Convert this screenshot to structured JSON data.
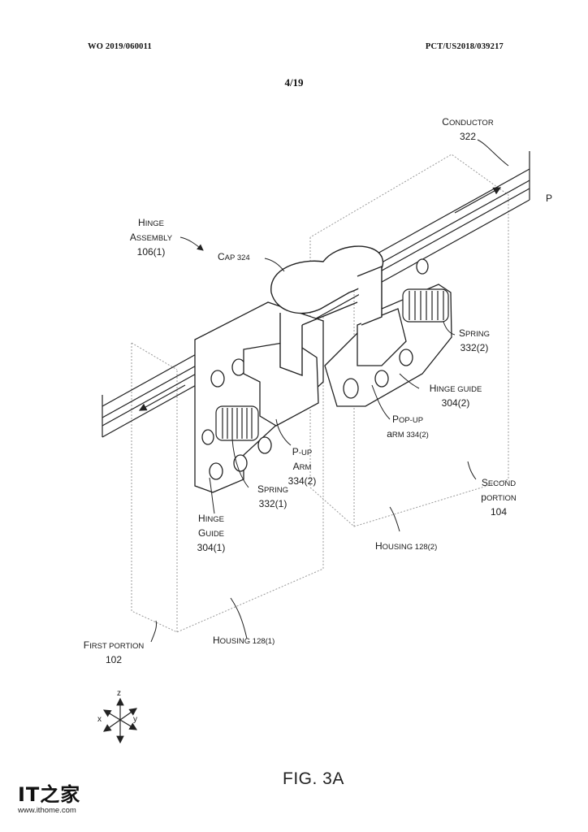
{
  "header": {
    "publication_number": "WO 2019/060011",
    "application_number": "PCT/US2018/039217",
    "sheet": "4/19"
  },
  "labels": {
    "conductor": [
      "Conductor",
      "322"
    ],
    "hinge_assembly": [
      "Hinge",
      "Assembly",
      "106(1)"
    ],
    "cap": "Cap 324",
    "spring_2": [
      "Spring",
      "332(2)"
    ],
    "hinge_guide_2": [
      "Hinge guide",
      "304(2)"
    ],
    "popup_arm_2": [
      "Pop-up",
      "arm 334(2)"
    ],
    "p_up_arm": [
      "P-up",
      "Arm",
      "334(2)"
    ],
    "spring_1": [
      "Spring",
      "332(1)"
    ],
    "hinge_guide_1": [
      "Hinge",
      "Guide",
      "304(1)"
    ],
    "second_portion": [
      "Second",
      "portion",
      "104"
    ],
    "housing_2": "Housing 128(2)",
    "housing_1": "Housing 128(1)",
    "first_portion": [
      "First portion",
      "102"
    ],
    "axis_p": "P",
    "axes": {
      "z": "z",
      "x": "x",
      "y": "y"
    }
  },
  "figure_caption": "FIG. 3A",
  "watermark": {
    "mark": "IT之家",
    "url": "www.ithome.com"
  },
  "colors": {
    "line": "#222222",
    "dashed": "#9a9a9a"
  }
}
